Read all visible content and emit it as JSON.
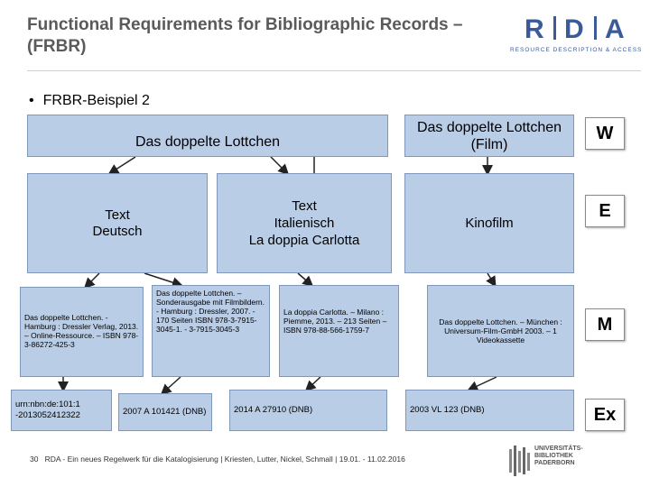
{
  "header": {
    "title": "Functional Requirements for Bibliographic Records – (FRBR)",
    "logo_letters": "R|D|A",
    "logo_subtitle": "RESOURCE DESCRIPTION & ACCESS"
  },
  "bullet": "FRBR-Beispiel 2",
  "levels": {
    "w": "W",
    "e": "E",
    "m": "M",
    "ex": "Ex"
  },
  "works": {
    "main": "Das doppelte Lottchen",
    "film": "Das doppelte Lottchen (Film)"
  },
  "expressions": {
    "de": [
      "Text",
      "Deutsch"
    ],
    "it": [
      "Text",
      "Italienisch",
      "La doppia Carlotta"
    ],
    "film": "Kinofilm"
  },
  "manifestations": {
    "m1": "Das doppelte Lottchen. - Hamburg : Dressler Verlag, 2013. – Online-Ressource. – ISBN 978-3-86272-425-3",
    "m2": "Das doppelte Lottchen. – Sonderausgabe mit Filmbildern. - Hamburg : Dressler, 2007. - 170 Seiten ISBN 978-3-7915-3045-1. - 3-7915-3045-3",
    "m3": "La doppia Carlotta. – Milano : Piemme, 2013. – 213 Seiten – ISBN 978-88-566-1759-7",
    "m4": "Das doppelte Lottchen. – München : Universum-Film-GmbH 2003. – 1 Videokassette"
  },
  "items": {
    "i1": "urn:nbn:de:101:1 -2013052412322",
    "i2": "2007 A 101421 (DNB)",
    "i3": "2014 A 27910 (DNB)",
    "i4": "2003 VL 123 (DNB)"
  },
  "footer": {
    "page": "30",
    "text": "RDA - Ein neues Regelwerk für die Katalogisierung | Kriesten, Lutter, Nickel, Schmall | 19.01. - 11.02.2016",
    "ubp_lines": [
      "UNIVERSITÄTS-",
      "BIBLIOTHEK",
      "PADERBORN"
    ]
  },
  "colors": {
    "box_fill": "#b9cde6",
    "box_border": "#7f97b8",
    "title": "#5a5a5a",
    "logo": "#3a5a9a"
  }
}
